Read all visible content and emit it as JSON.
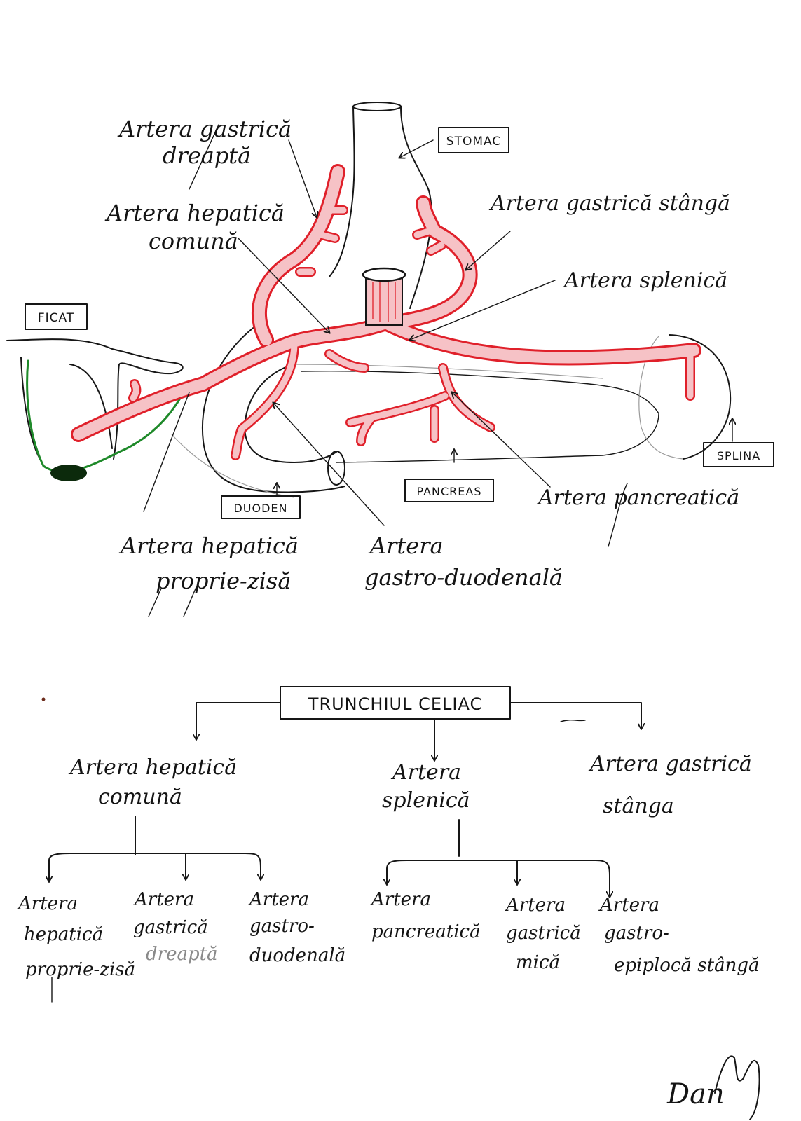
{
  "colors": {
    "ink": "#161616",
    "artery": "#e0202a",
    "artery_fill": "#f6c2c6",
    "gallbladder": "#1f8a2a",
    "gallbladder_tip": "#0c2a0c"
  },
  "diagram": {
    "organs": {
      "stomach": "STOMAC",
      "liver": "FICAT",
      "duodenum": "DUODEN",
      "pancreas": "PANCREAS",
      "spleen": "SPLINA"
    },
    "labels": {
      "right_gastric": [
        "Artera gastrică",
        "dreaptă"
      ],
      "common_hepatic": [
        "Artera hepatică",
        "comună"
      ],
      "left_gastric": "Artera gastrică stângă",
      "splenic": "Artera splenică",
      "pancreatic": "Artera pancreatică",
      "proper_hepatic": [
        "Artera hepatică",
        "proprie-zisă"
      ],
      "gastroduodenal": [
        "Artera",
        "gastro-duodenală"
      ]
    }
  },
  "tree": {
    "root": "TRUNCHIUL CELIAC",
    "branches": [
      {
        "label": [
          "Artera hepatică",
          "comună"
        ],
        "children": [
          [
            "Artera",
            "hepatică",
            "proprie-zisă"
          ],
          [
            "Artera",
            "gastrică",
            "dreaptă"
          ],
          [
            "Artera",
            "gastro-",
            "duodenală"
          ]
        ]
      },
      {
        "label": [
          "Artera",
          "splenică"
        ],
        "children": [
          [
            "Artera",
            "pancreatică"
          ],
          [
            "Artera",
            "gastrică",
            "mică"
          ],
          [
            "Artera",
            "gastro-",
            "epiplocă stângă"
          ]
        ]
      },
      {
        "label": [
          "Artera gastrică",
          "stânga"
        ],
        "children": []
      }
    ]
  },
  "signature": "Dan"
}
